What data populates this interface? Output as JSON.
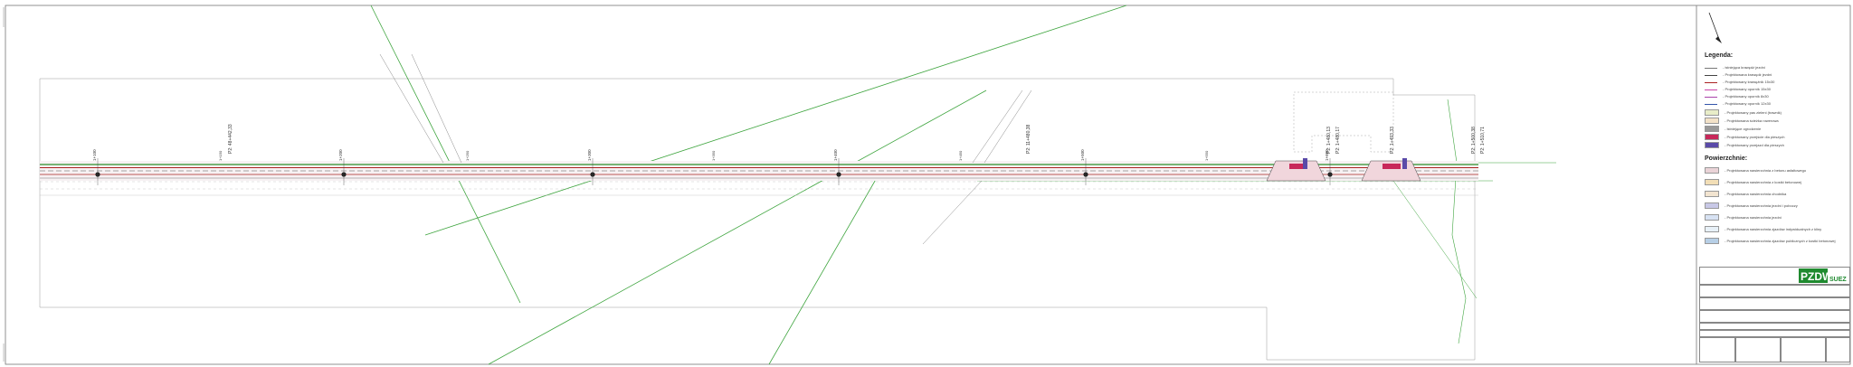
{
  "stations": [
    "1+100",
    "1+200",
    "1+300",
    "1+400",
    "1+500",
    "1+600"
  ],
  "half_stations": [
    "1+150",
    "1+250",
    "1+350",
    "1+450",
    "1+550"
  ],
  "points": [
    "P2: 48+442,33",
    "P2: 11+480,38",
    "P2: 1+480,13",
    "P2: 1+480,17",
    "P2: 1+493,33",
    "P2: 1+500,38",
    "P2: 1+510,71"
  ],
  "legend": {
    "title": "Legenda:",
    "items": [
      {
        "label": "- istniejąca krawędź jezdni",
        "color": "#777777"
      },
      {
        "label": "- Projektowana krawędź jezdni",
        "color": "#444444"
      },
      {
        "label": "- Projektowany krawężnik 15x30",
        "color": "#aa2222"
      },
      {
        "label": "- Projektowany oporník 15x30",
        "color": "#cc44aa"
      },
      {
        "label": "- Projektowany oporník 8x30",
        "color": "#aa44aa"
      },
      {
        "label": "- Projektowany oporník 12x30",
        "color": "#3355aa"
      }
    ],
    "fills": [
      {
        "label": "- Projektowany pas zieleni (trawnik)",
        "color": "#e8edc8"
      },
      {
        "label": "- Projektowana ścieżka rowerowa",
        "color": "#f3e2c8"
      },
      {
        "label": "- Istniejące ogrodzenie",
        "color": "#999999"
      },
      {
        "label": "- Projektowany przejście dla pieszych",
        "color": "#c8285a"
      },
      {
        "label": "- Projektowany przejazd dla pieszych",
        "color": "#5a4aa8"
      }
    ],
    "surfaces_title": "Powierzchnie:",
    "surfaces": [
      {
        "label": "- Projektowana nawierzchnia z betonu asfaltowego",
        "color": "#ead3d7"
      },
      {
        "label": "- Projektowana nawierzchnia z kostki betonowej",
        "color": "#f2deb6"
      },
      {
        "label": "- Projektowana nawierzchnia chodnika",
        "color": "#f2e4d0"
      },
      {
        "label": "- Projektowana nawierzchnia jezdni i poboczy",
        "color": "#c8c8e6"
      },
      {
        "label": "- Projektowana nawierzchnia jezdni",
        "color": "#d7e2f3"
      },
      {
        "label": "- Projektowana nawierzchnia zjazdów indywidualnych z kliny",
        "color": "#e8f1f8"
      },
      {
        "label": "- Projektowana nawierzchnia zjazdów publicznych z kostki betonowej",
        "color": "#b7cfe6"
      }
    ]
  },
  "title_block": {
    "logo_main": "PZDW",
    "logo_sub": "SUEZ"
  }
}
